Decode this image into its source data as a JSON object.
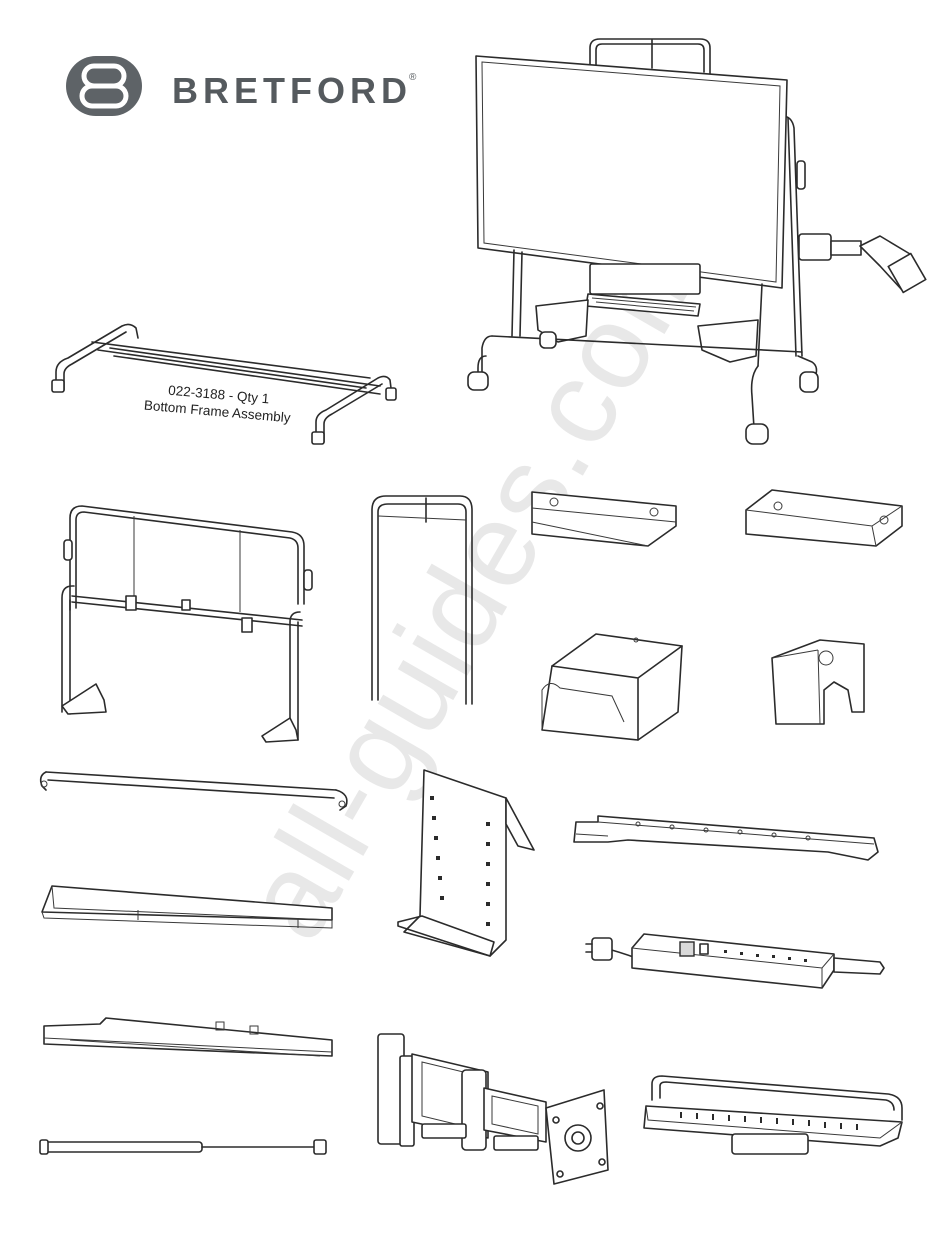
{
  "brand": {
    "name": "BRETFORD",
    "registered": "®",
    "logo_icon": "bretford-b-logo",
    "color": "#555a5e"
  },
  "parts": {
    "bottom_frame": {
      "part_number_qty": "022-3188 - Qty 1",
      "name": "Bottom Frame Assembly"
    }
  },
  "watermark": "all-guides.com"
}
